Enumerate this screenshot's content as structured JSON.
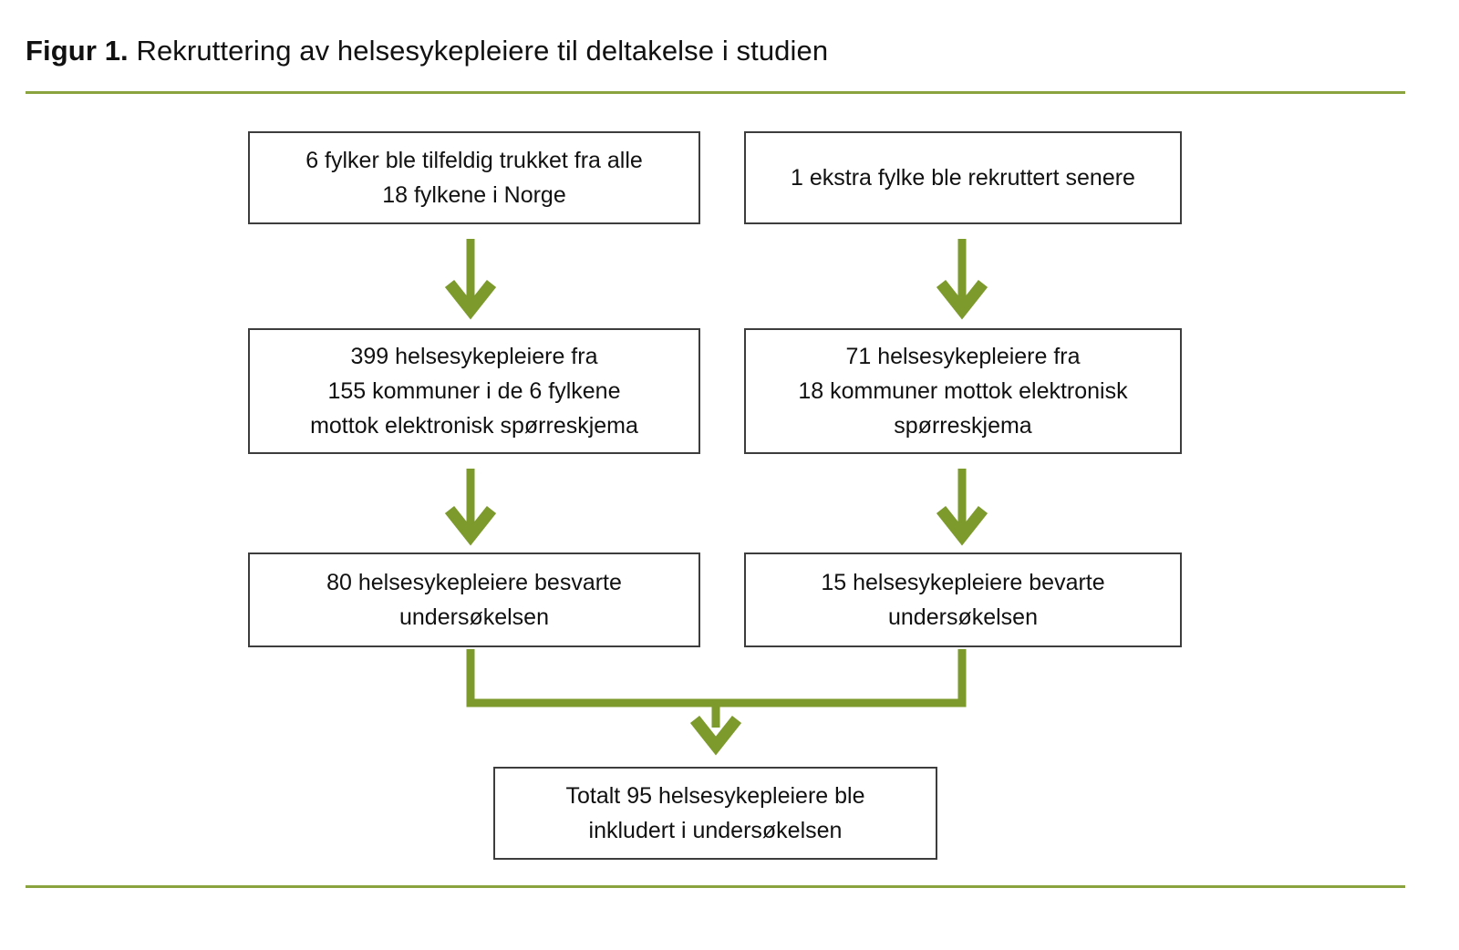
{
  "figure": {
    "label": "Figur 1.",
    "caption": " Rekruttering av helsesykepleiere til deltakelse i studien"
  },
  "colors": {
    "accent_green": "#7d9a2d",
    "rule_green": "#8aa33e",
    "box_border": "#3d3d3d",
    "text": "#111111",
    "background": "#ffffff"
  },
  "chart_data": {
    "type": "diagram",
    "title": "Figur 1. Rekruttering av helsesykepleiere til deltakelse i studien",
    "nodes": [
      {
        "id": "left_1",
        "column": "left",
        "row": 1,
        "text": "6 fylker ble tilfeldig trukket fra alle\n18 fylkene i Norge"
      },
      {
        "id": "right_1",
        "column": "right",
        "row": 1,
        "text": "1 ekstra fylke ble rekruttert senere"
      },
      {
        "id": "left_2",
        "column": "left",
        "row": 2,
        "text": "399 helsesykepleiere fra\n155 kommuner i de 6 fylkene\nmottok elektronisk spørreskjema"
      },
      {
        "id": "right_2",
        "column": "right",
        "row": 2,
        "text": "71 helsesykepleiere fra\n18 kommuner mottok elektronisk\nspørreskjema"
      },
      {
        "id": "left_3",
        "column": "left",
        "row": 3,
        "text": "80 helsesykepleiere besvarte\nundersøkelsen"
      },
      {
        "id": "right_3",
        "column": "right",
        "row": 3,
        "text": "15 helsesykepleiere bevarte\nundersøkelsen"
      },
      {
        "id": "total",
        "column": "center",
        "row": 4,
        "text": "Totalt 95 helsesykepleiere ble\ninkludert i undersøkelsen"
      }
    ],
    "edges": [
      {
        "from": "left_1",
        "to": "left_2",
        "style": "arrow-down"
      },
      {
        "from": "right_1",
        "to": "right_2",
        "style": "arrow-down"
      },
      {
        "from": "left_2",
        "to": "left_3",
        "style": "arrow-down"
      },
      {
        "from": "right_2",
        "to": "right_3",
        "style": "arrow-down"
      },
      {
        "from": "left_3",
        "to": "total",
        "style": "merge-elbow"
      },
      {
        "from": "right_3",
        "to": "total",
        "style": "merge-elbow"
      }
    ],
    "values": {
      "counties_drawn": 6,
      "counties_total": 18,
      "extra_county": 1,
      "left_invited_nurses": 399,
      "left_municipalities": 155,
      "right_invited_nurses": 71,
      "right_municipalities": 18,
      "left_responders": 80,
      "right_responders": 15,
      "total_included": 95
    }
  }
}
